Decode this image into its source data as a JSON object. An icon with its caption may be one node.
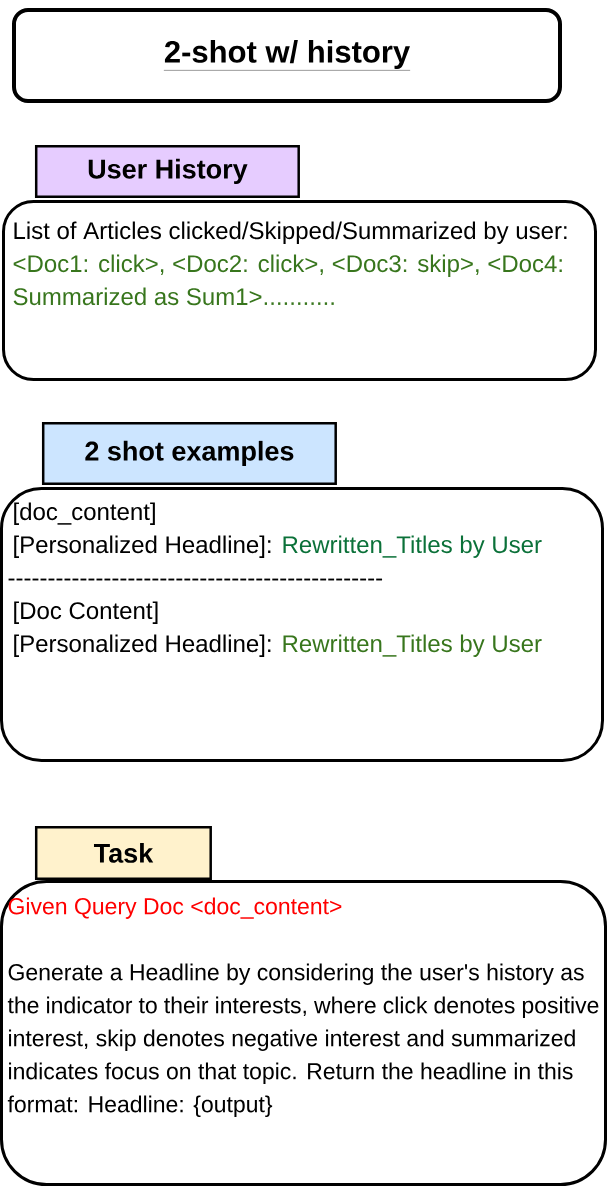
{
  "diagram": {
    "nodes": [
      {
        "text": [
          "2-shot w/ history"
        ]
      },
      {
        "text": [
          "User History"
        ]
      },
      {
        "text": [
          "List of Articles clicked/Skipped/Summarized by user:",
          "<Doc1: click>, <Doc2: click>, <Doc3: skip>, <Doc4: Summarized as Sum1>..........."
        ]
      },
      {
        "text": [
          "2 shot examples"
        ]
      },
      {
        "text": [
          "[doc_content]",
          "[Personalized Headline]:",
          "Rewritten_Titles by User",
          "-----------------------------------------------",
          "[Doc Content]",
          "[Personalized Headline]:",
          "Rewritten_Titles by User"
        ]
      },
      {
        "text": [
          "Task"
        ]
      },
      {
        "text": [
          "Given Query Doc <doc_content>",
          "Generate a Headline by considering the user's history as the indicator to their interests, where click denotes positive interest, skip denotes negative interest and summarized indicates focus on that topic. Return the headline in this format: Headline: {output}"
        ]
      }
    ]
  }
}
